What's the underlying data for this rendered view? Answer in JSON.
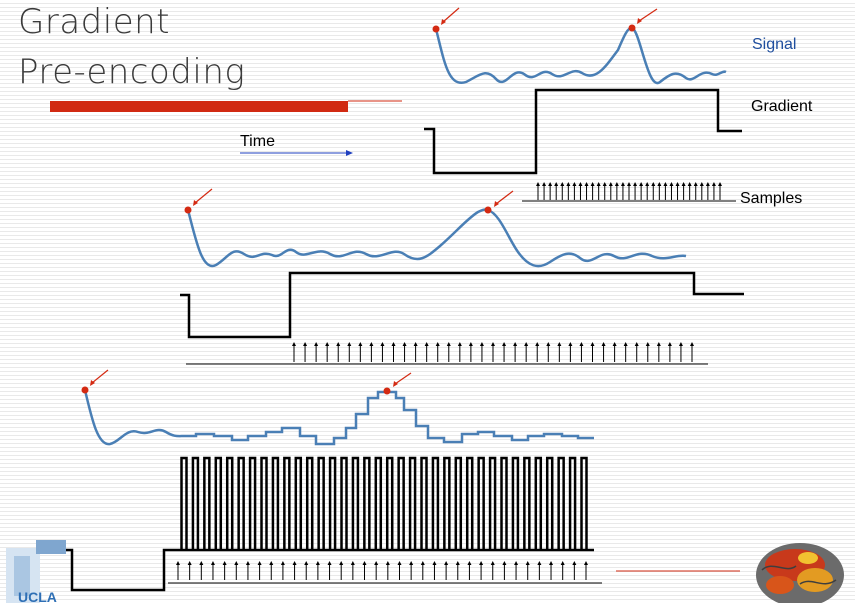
{
  "title": {
    "line1": "Gradient",
    "line2": "Pre-encoding"
  },
  "labels": {
    "time": "Time",
    "signal": "Signal",
    "gradient": "Gradient",
    "samples": "Samples"
  },
  "logo_text": "UCLA",
  "colors": {
    "signal": "#4a7fb5",
    "gradient": "#000000",
    "accent_bar": "#d12a12",
    "marker": "#d42a12",
    "label_blue": "#1f4e9e",
    "time_arrow": "#1f3fbf"
  }
}
